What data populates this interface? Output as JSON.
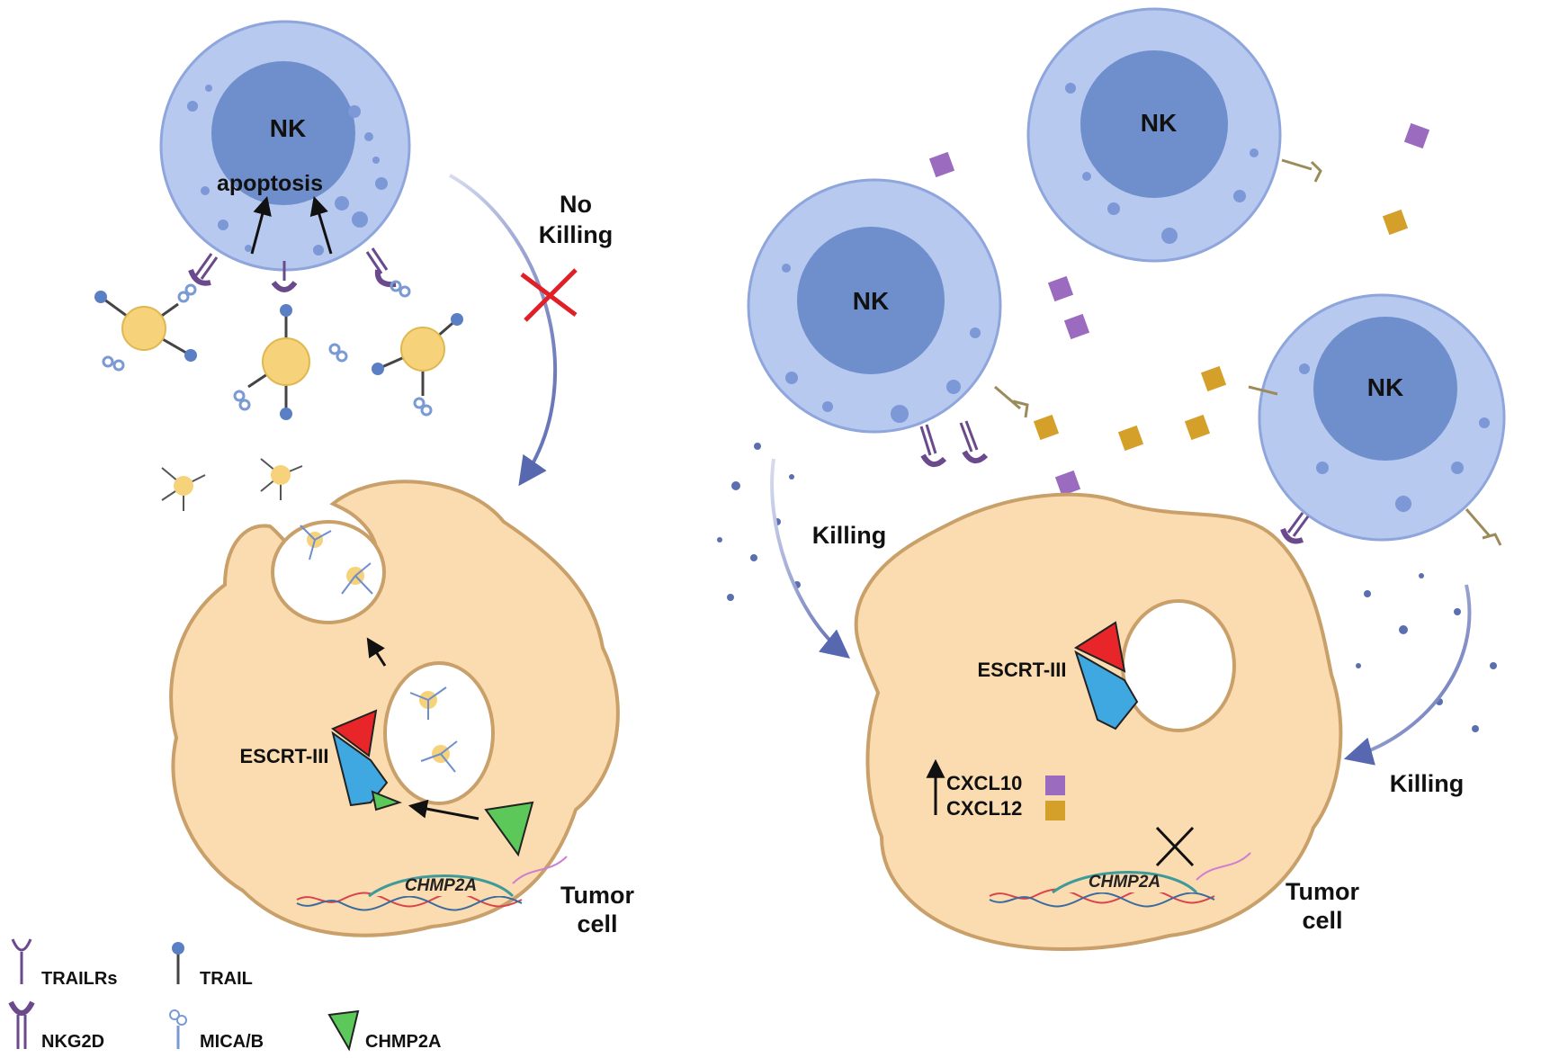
{
  "left_panel": {
    "nk_label": "NK",
    "apoptosis_label": "apoptosis",
    "no_killing_line1": "No",
    "no_killing_line2": "Killing",
    "escrt_label": "ESCRT-III",
    "gene_label": "CHMP2A",
    "tumor_line1": "Tumor",
    "tumor_line2": "cell"
  },
  "right_panel": {
    "nk_labels": [
      "NK",
      "NK",
      "NK"
    ],
    "killing_left": "Killing",
    "killing_right": "Killing",
    "escrt_label": "ESCRT-III",
    "cxcl10_label": "CXCL10",
    "cxcl12_label": "CXCL12",
    "gene_label": "CHMP2A",
    "tumor_line1": "Tumor",
    "tumor_line2": "cell"
  },
  "legend": {
    "items": [
      {
        "label": "TRAILRs",
        "icon": "trailr-receptor-icon"
      },
      {
        "label": "TRAIL",
        "icon": "trail-ligand-icon"
      },
      {
        "label": "NKG2D",
        "icon": "nkg2d-receptor-icon"
      },
      {
        "label": "MICA/B",
        "icon": "mica-b-icon"
      },
      {
        "label": "CHMP2A",
        "icon": "chmp2a-triangle-icon"
      }
    ]
  },
  "colors": {
    "nk_cell": "#b8c9f0",
    "nk_nucleus": "#6f8fcc",
    "tumor_cell": "#fbdcb0",
    "tumor_outline": "#c9a06a",
    "cxcl10": "#9b6bbf",
    "cxcl12": "#d4a02a",
    "escrt_red": "#e8262a",
    "escrt_blue": "#3fa8e0",
    "chmp2a_green": "#5cc85a",
    "receptor_purple": "#6a4a8c",
    "inhibit_red": "#e01f26"
  }
}
